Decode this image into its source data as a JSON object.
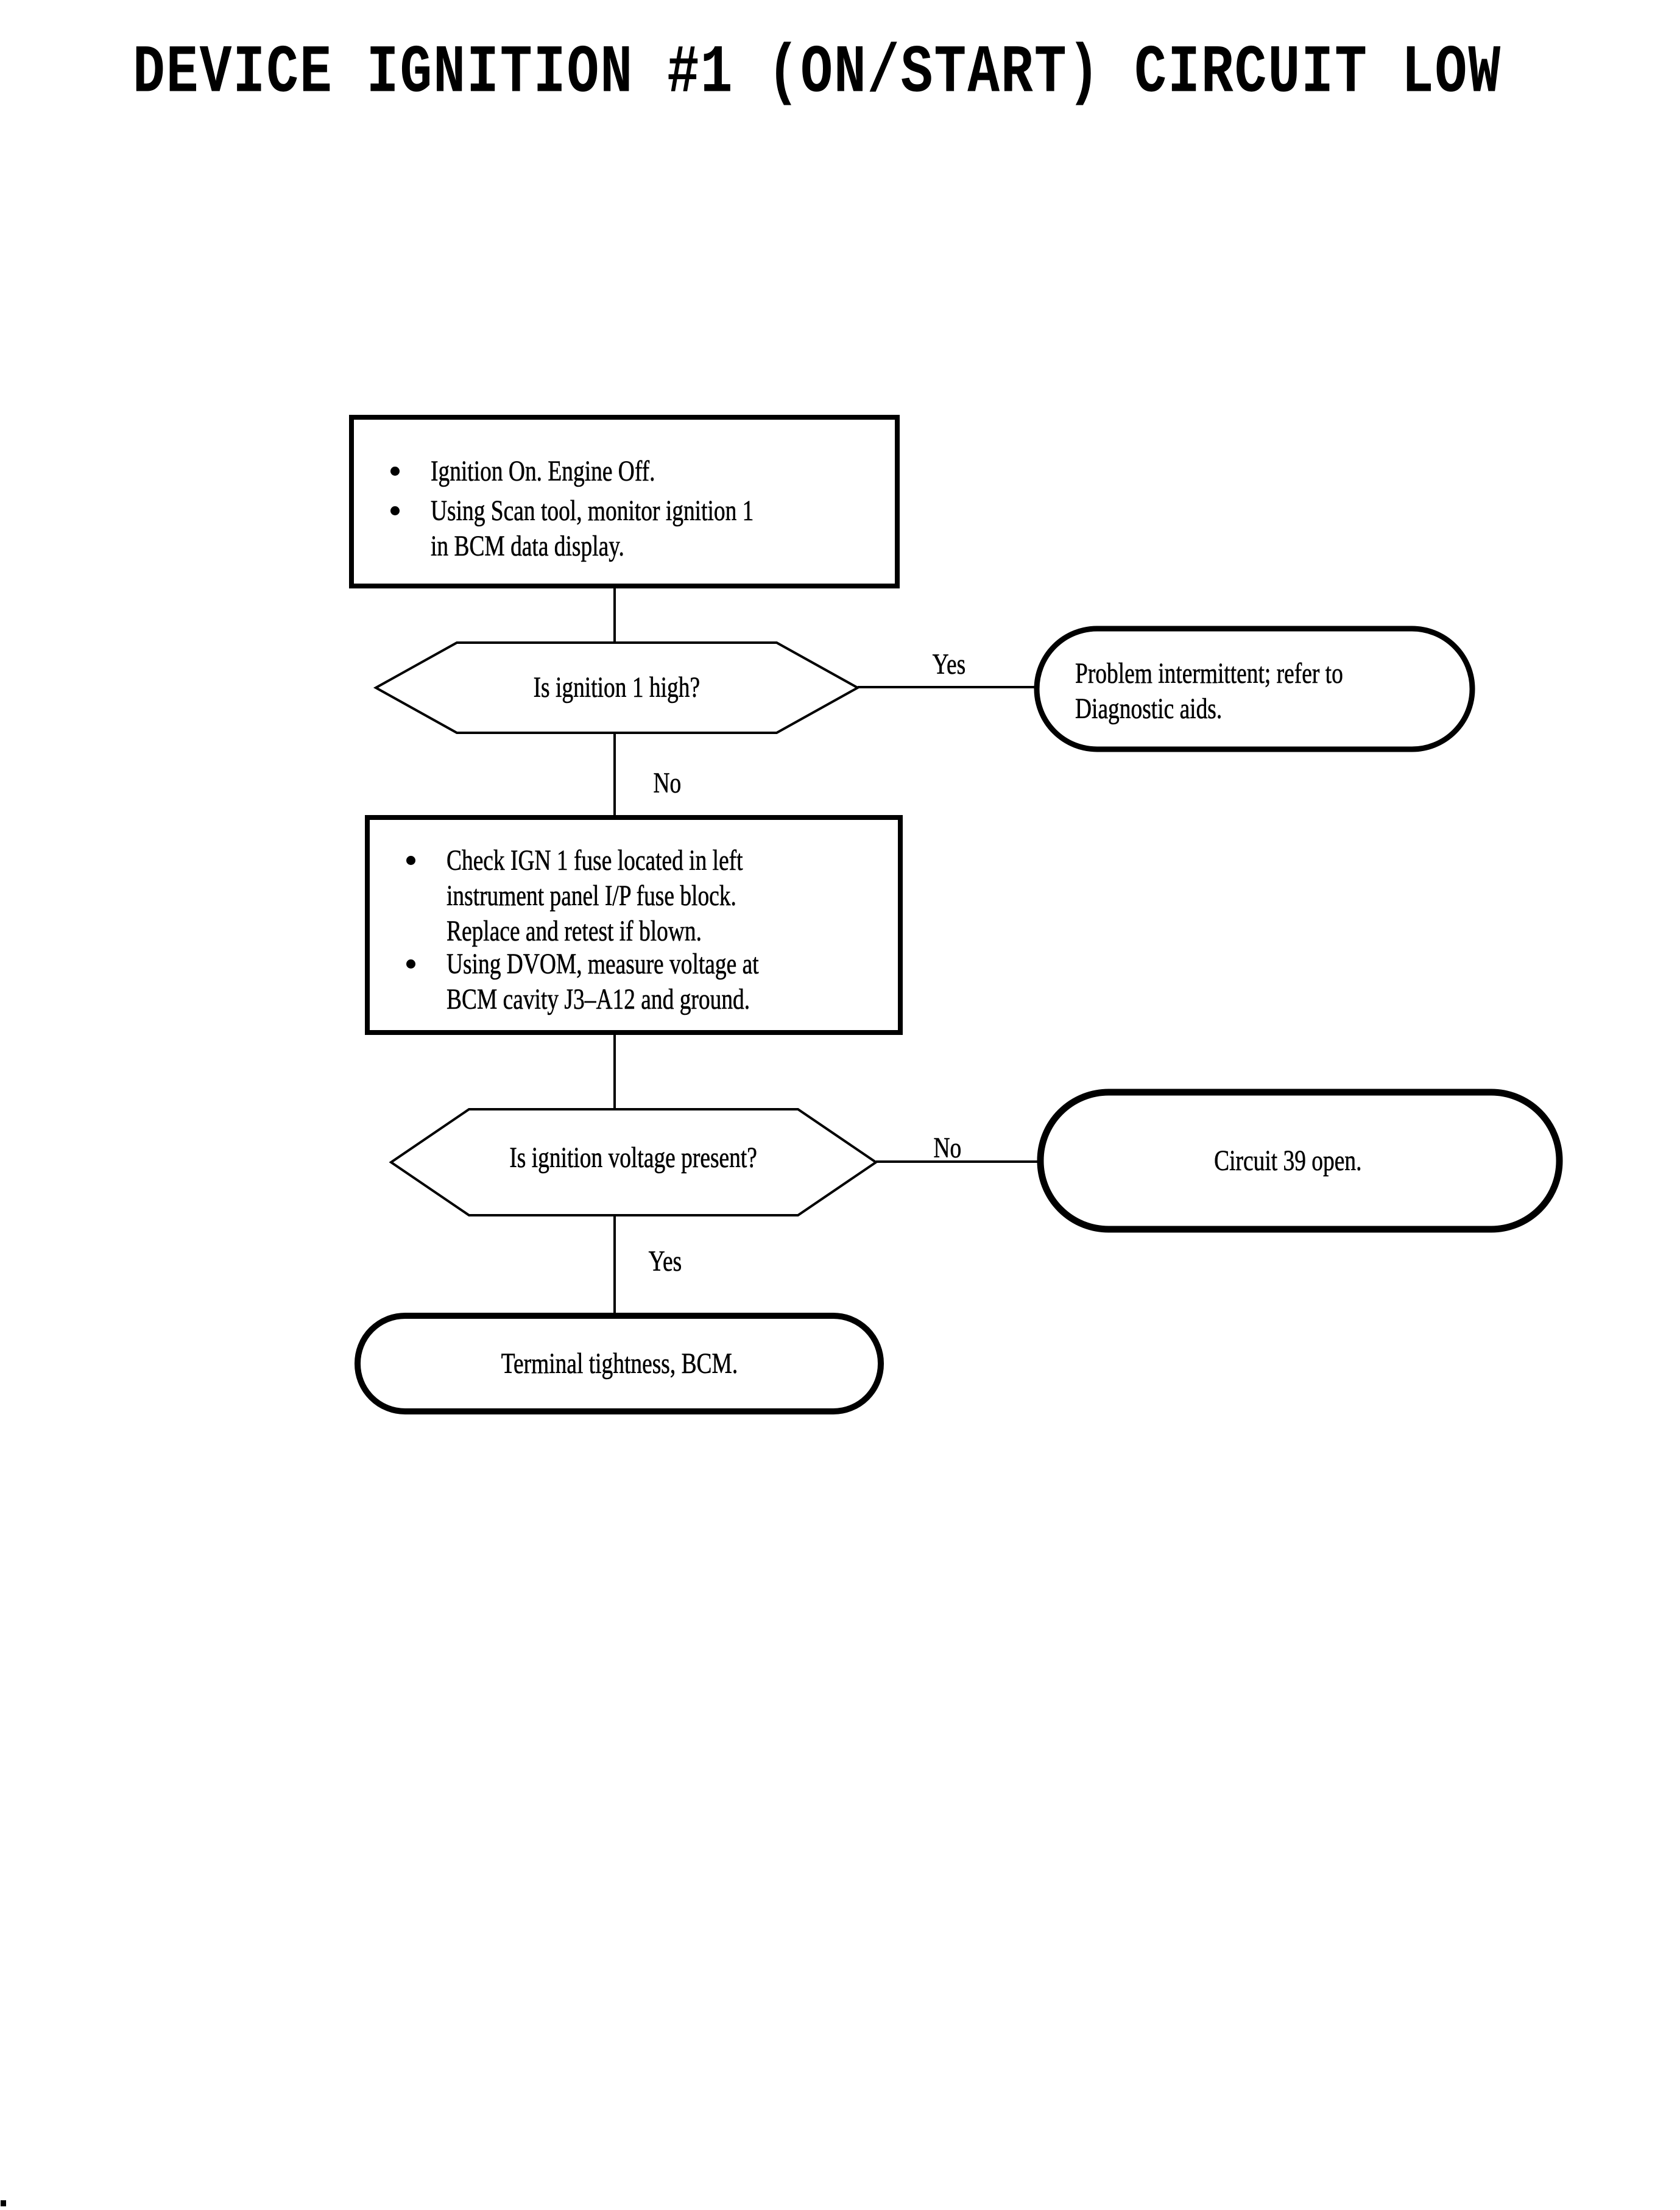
{
  "colors": {
    "ink": "#000000",
    "paper": "#ffffff"
  },
  "title": "DEVICE IGNITION #1 (ON/START) CIRCUIT LOW",
  "flowchart": {
    "step1": {
      "items": [
        {
          "lines": [
            "Ignition On. Engine Off."
          ]
        },
        {
          "lines": [
            "Using Scan tool, monitor ignition 1",
            "in BCM data display."
          ]
        }
      ]
    },
    "decision1": {
      "question": "Is ignition 1 high?",
      "yes_label": "Yes",
      "no_label": "No"
    },
    "outcome_intermittent": {
      "lines": [
        "Problem intermittent; refer to",
        "Diagnostic aids."
      ]
    },
    "step2": {
      "items": [
        {
          "lines": [
            "Check IGN 1 fuse located in left",
            "instrument panel I/P fuse block.",
            "Replace and retest if blown."
          ]
        },
        {
          "lines": [
            "Using DVOM, measure voltage at",
            "BCM cavity J3–A12 and ground."
          ]
        }
      ]
    },
    "decision2": {
      "question": "Is ignition voltage present?",
      "yes_label": "Yes",
      "no_label": "No"
    },
    "outcome_circuit_open": {
      "text": "Circuit 39 open."
    },
    "terminal": {
      "text": "Terminal tightness, BCM."
    }
  }
}
